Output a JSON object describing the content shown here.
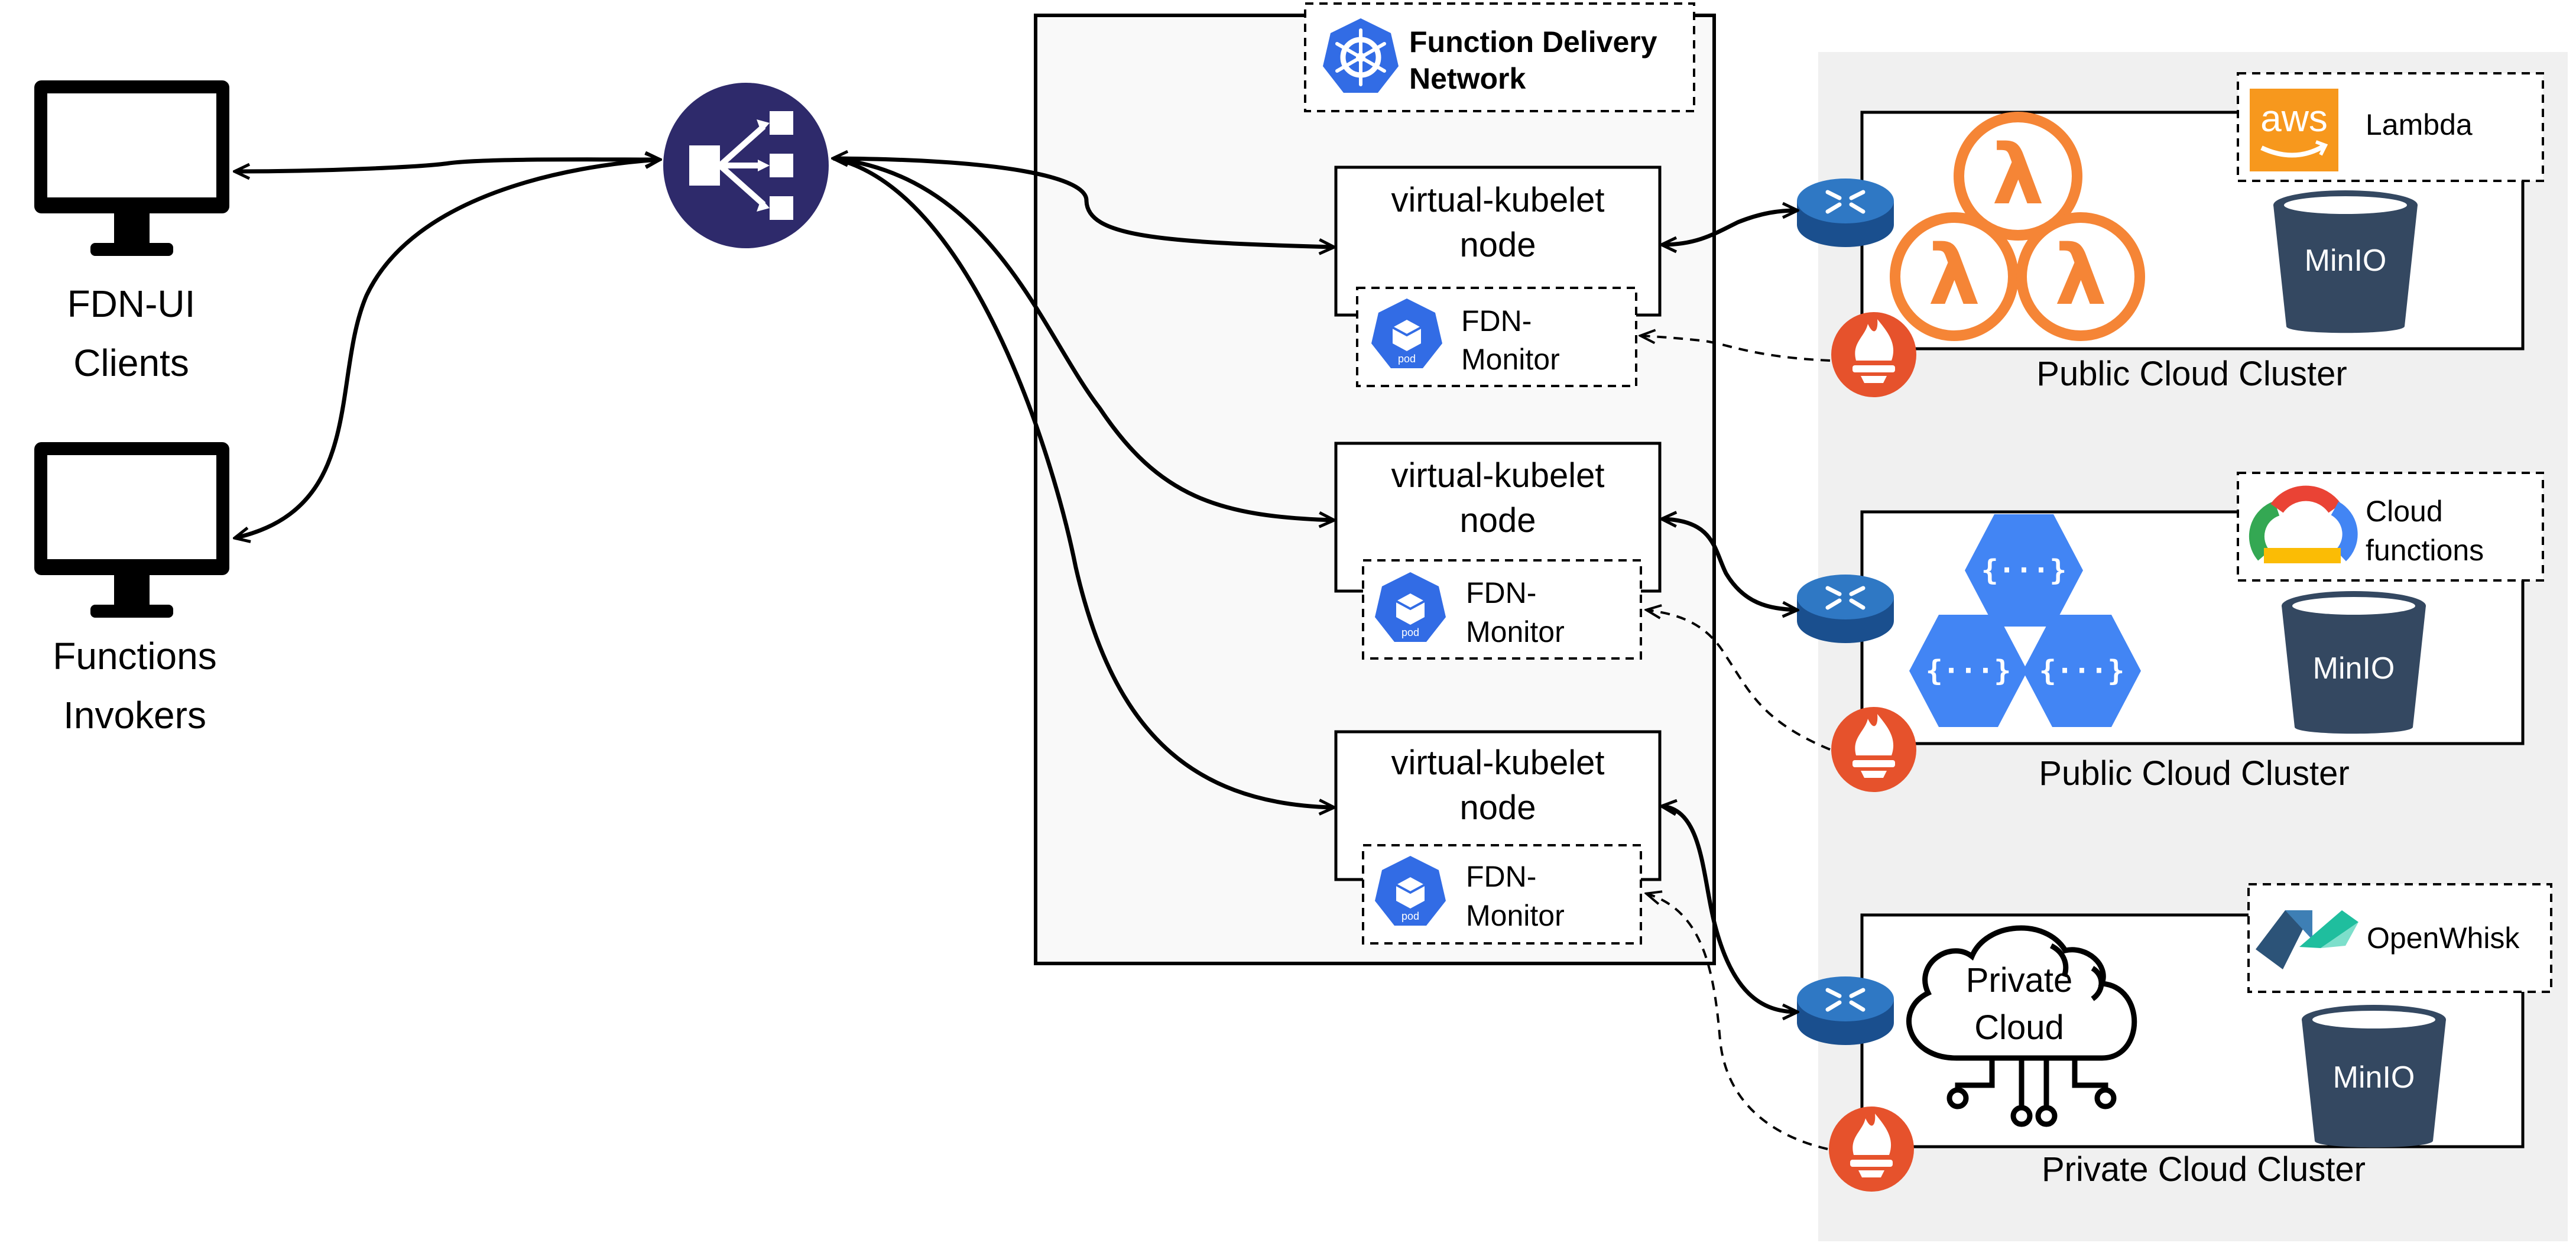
{
  "clients": {
    "fdn_ui": {
      "line1": "FDN-UI",
      "line2": "Clients"
    },
    "invokers": {
      "line1": "Functions",
      "line2": "Invokers"
    }
  },
  "fdn": {
    "title_line1": "Function Delivery",
    "title_line2": "Network",
    "nodes": [
      {
        "line1": "virtual-kubelet",
        "line2": "node",
        "monitor_line1": "FDN-",
        "monitor_line2": "Monitor",
        "pod_label": "pod"
      },
      {
        "line1": "virtual-kubelet",
        "line2": "node",
        "monitor_line1": "FDN-",
        "monitor_line2": "Monitor",
        "pod_label": "pod"
      },
      {
        "line1": "virtual-kubelet",
        "line2": "node",
        "monitor_line1": "FDN-",
        "monitor_line2": "Monitor",
        "pod_label": "pod"
      }
    ]
  },
  "clusters": [
    {
      "label": "Public Cloud Cluster",
      "provider_logo": "aws",
      "provider_line1": "Lambda",
      "provider_line2": "",
      "storage": "MinIO"
    },
    {
      "label": "Public Cloud Cluster",
      "provider_line1": "Cloud",
      "provider_line2": "functions",
      "storage": "MinIO"
    },
    {
      "label": "Private Cloud Cluster",
      "provider_line1": "OpenWhisk",
      "provider_line2": "",
      "storage": "MinIO",
      "cloud_line1": "Private",
      "cloud_line2": "Cloud"
    }
  ],
  "colors": {
    "load_balancer": "#2e2a6b",
    "router": "#1f5fa8",
    "prometheus": "#e6522c",
    "lambda": "#f58536",
    "gcf": "#4285f4",
    "k8s": "#326ce5",
    "minio": "#344861",
    "cluster_bg": "#f0f0f0",
    "aws_orange": "#f7981d"
  },
  "icons": [
    "monitor-icon",
    "load-balancer-icon",
    "kubernetes-icon",
    "pod-icon",
    "router-icon",
    "prometheus-icon",
    "lambda-icon",
    "cloud-functions-icon",
    "google-cloud-icon",
    "openwhisk-icon",
    "bucket-icon",
    "private-cloud-icon"
  ]
}
